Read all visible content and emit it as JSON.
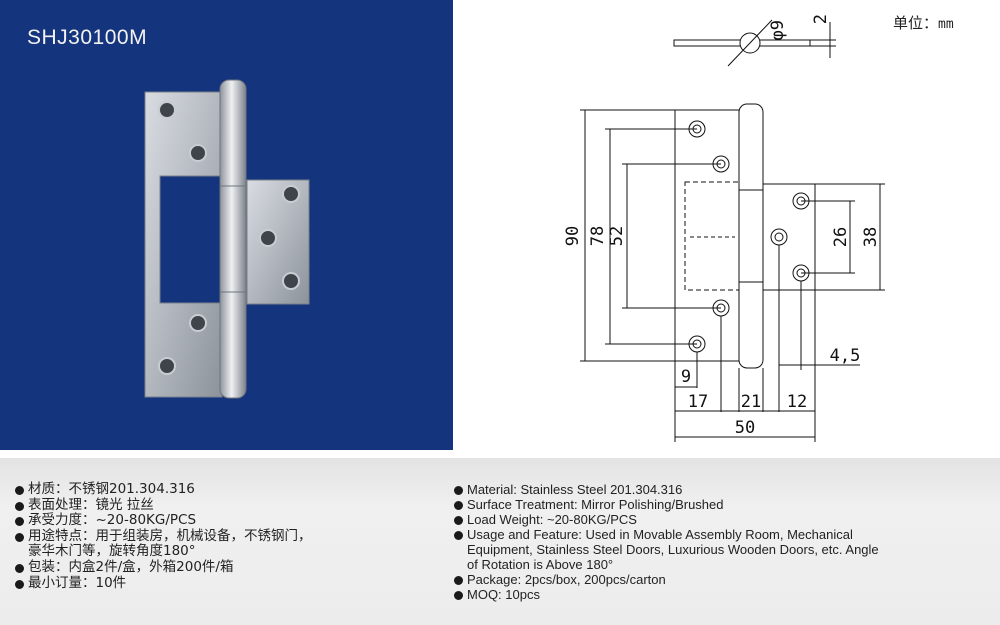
{
  "product": {
    "code": "SHJ30100M"
  },
  "unit": {
    "label": "单位：",
    "value": "mm"
  },
  "drawing": {
    "top_view": {
      "pin_diameter": "φ9",
      "thickness": "2"
    },
    "heights": {
      "overall": "90",
      "hole_spacing": "78",
      "cutout": "52",
      "wing_hole_spacing": "26",
      "wing": "38"
    },
    "widths": {
      "hole_offset": "9",
      "left_leaf": "17",
      "knuckle": "21",
      "right_leaf": "12",
      "right_offset": "4,5",
      "overall": "50"
    }
  },
  "specs_cn": [
    "材质：不锈钢201.304.316",
    "表面处理：镜光 拉丝",
    "承受力度：~20-80KG/PCS",
    "用途特点：用于组装房，机械设备，不锈钢门，",
    "豪华木门等，旋转角度180°",
    "包装：内盒2件/盒，外箱200件/箱",
    "最小订量：10件"
  ],
  "specs_en": [
    "Material: Stainless Steel 201.304.316",
    "Surface Treatment: Mirror Polishing/Brushed",
    "Load Weight: ~20-80KG/PCS",
    "Usage and Feature: Used in Movable Assembly Room, Mechanical",
    "Equipment, Stainless Steel Doors, Luxurious Wooden Doors, etc. Angle",
    "of Rotation is Above 180°",
    "Package: 2pcs/box, 200pcs/carton",
    "MOQ: 10pcs"
  ]
}
